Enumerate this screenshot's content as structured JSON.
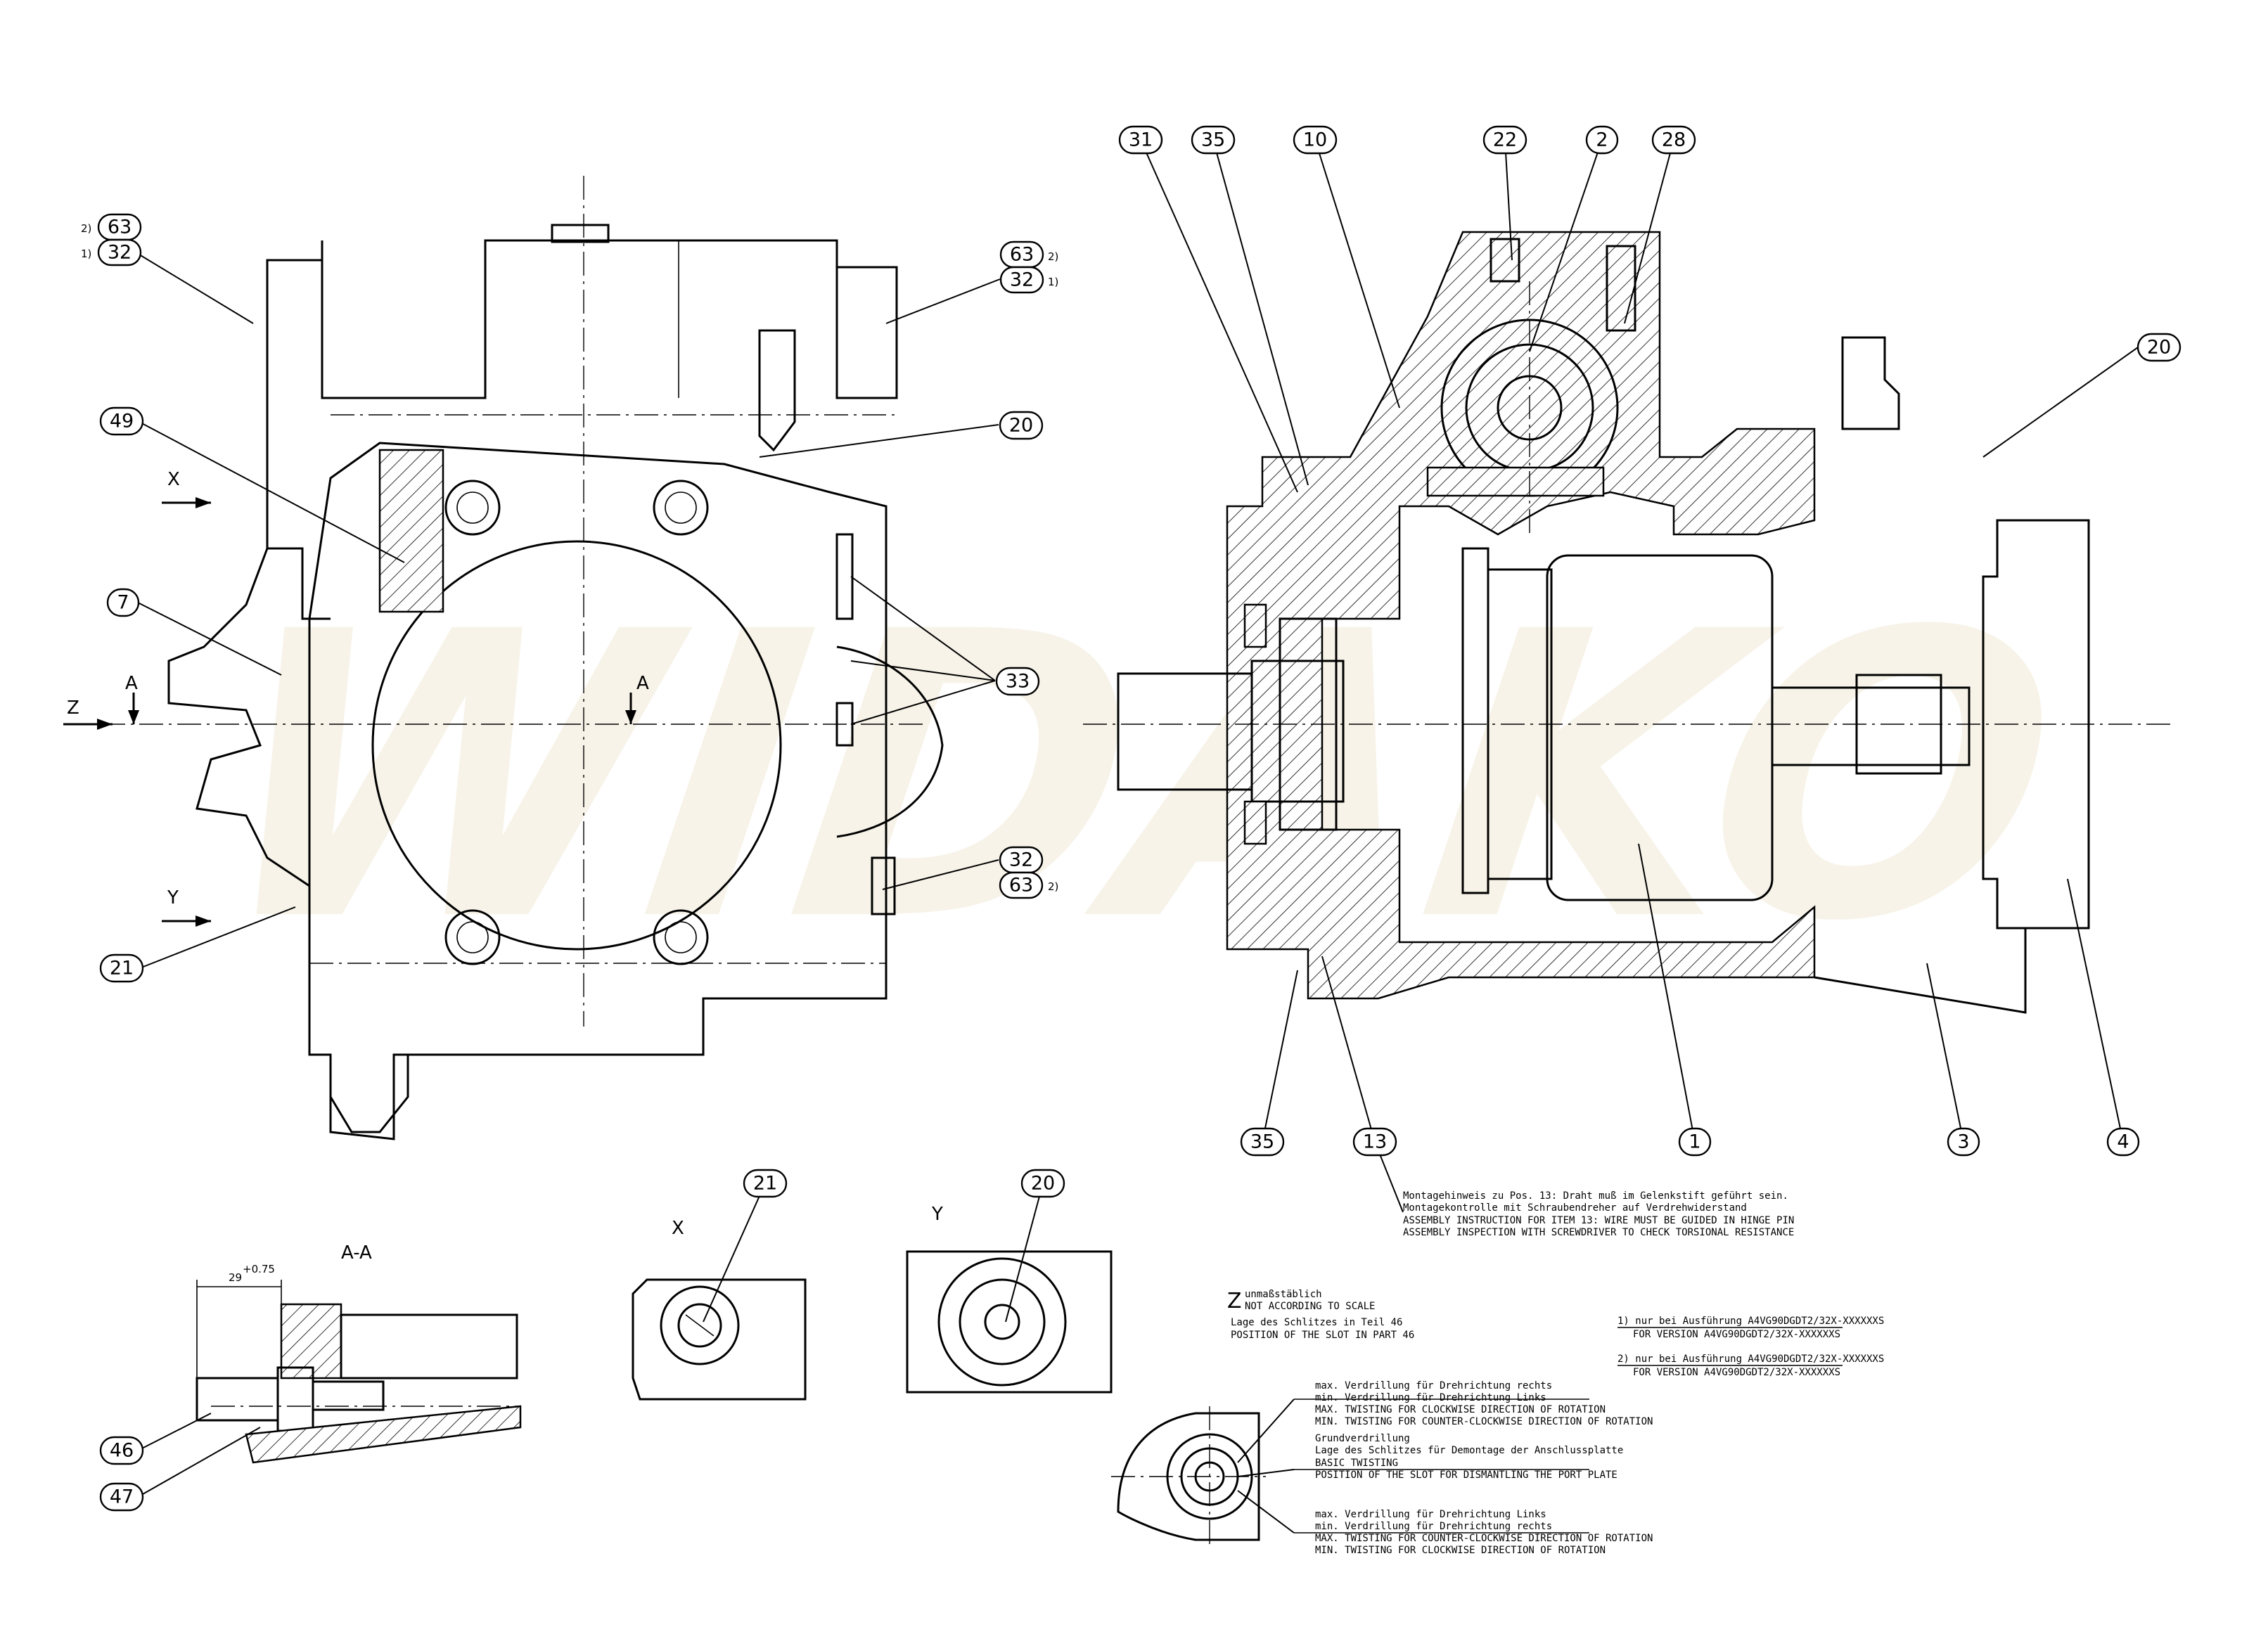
{
  "watermark": "WIDAKO",
  "callouts": {
    "c31": "31",
    "c35a": "35",
    "c10": "10",
    "c22": "22",
    "c2": "2",
    "c28": "28",
    "c20r": "20",
    "c63a": "63",
    "c32a": "32",
    "c63b": "63",
    "c32b": "32",
    "c49": "49",
    "c20l": "20",
    "c7": "7",
    "c33": "33",
    "c32c": "32",
    "c63c": "63",
    "c21": "21",
    "c35b": "35",
    "c13": "13",
    "c1": "1",
    "c3": "3",
    "c4": "4",
    "c21x": "21",
    "c20y": "20",
    "c46": "46",
    "c47": "47"
  },
  "superscripts": {
    "s1": "2)",
    "s2": "1)",
    "s3": "2)",
    "s4": "1)",
    "s5": "2)"
  },
  "view_labels": {
    "x_arrow": "X",
    "y_arrow": "Y",
    "z_arrow": "Z",
    "a_left": "A",
    "a_right": "A",
    "section": "A-A",
    "view_x": "X",
    "view_y": "Y",
    "dim": "29",
    "dim_tol": "+0.75"
  },
  "notes": {
    "assembly_de_1": "Montagehinweis zu Pos. 13: Draht muß im Gelenkstift geführt sein.",
    "assembly_de_2": "Montagekontrolle mit Schraubendreher auf Verdrehwiderstand",
    "assembly_en_1": "ASSEMBLY INSTRUCTION FOR ITEM 13: WIRE MUST BE GUIDED IN HINGE PIN",
    "assembly_en_2": "ASSEMBLY INSPECTION WITH SCREWDRIVER TO CHECK TORSIONAL RESISTANCE",
    "z_title": "Z",
    "z_de_1": "unmaßstäblich",
    "z_en_1": "NOT ACCORDING TO SCALE",
    "z_de_2": "Lage des Schlitzes in Teil 46",
    "z_en_2": "POSITION OF THE SLOT IN PART 46",
    "v1_de": "1)  nur bei Ausführung A4VG90DGDT2/32X-XXXXXXS",
    "v1_en": "FOR VERSION A4VG90DGDT2/32X-XXXXXXS",
    "v2_de": "2)  nur bei Ausführung A4VG90DGDT2/32X-XXXXXXS",
    "v2_en": "FOR VERSION A4VG90DGDT2/32X-XXXXXXS",
    "max_de_1": "max. Verdrillung für Drehrichtung rechts",
    "max_de_2": "min. Verdrillung für Drehrichtung Links",
    "max_en_1": "MAX. TWISTING FOR CLOCKWISE DIRECTION OF ROTATION",
    "max_en_2": "MIN. TWISTING FOR COUNTER-CLOCKWISE DIRECTION OF ROTATION",
    "basic_de_1": "Grundverdrillung",
    "basic_de_2": "Lage des Schlitzes für Demontage der Anschlussplatte",
    "basic_en_1": "BASIC TWISTING",
    "basic_en_2": "POSITION OF THE SLOT FOR DISMANTLING THE PORT PLATE",
    "min_de_1": "max. Verdrillung für Drehrichtung Links",
    "min_de_2": "min. Verdrillung für Drehrichtung rechts",
    "min_en_1": "MAX. TWISTING FOR COUNTER-CLOCKWISE DIRECTION OF ROTATION",
    "min_en_2": "MIN. TWISTING FOR CLOCKWISE DIRECTION OF ROTATION"
  }
}
